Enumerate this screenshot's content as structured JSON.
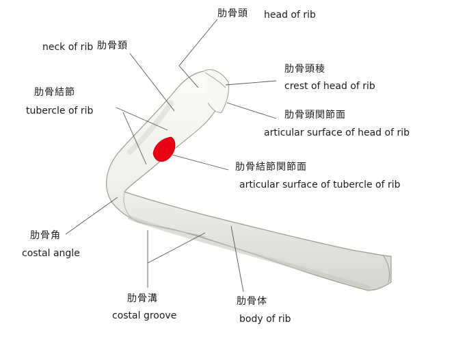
{
  "labels": {
    "head_of_rib": {
      "jp": "肋骨頭",
      "en": "head of rib"
    },
    "neck_of_rib": {
      "jp": "肋骨頚",
      "en": "neck of rib"
    },
    "tubercle_of_rib": {
      "jp": "肋骨結節",
      "en": "tubercle of rib"
    },
    "crest_of_head": {
      "jp": "肋骨頭稜",
      "en": "crest of head of rib"
    },
    "articular_surface_head": {
      "jp": "肋骨頭関節面",
      "en": "articular surface of head of rib"
    },
    "articular_surface_tubercle": {
      "jp": "肋骨結節関節面",
      "en": "articular surface of tubercle of rib"
    },
    "costal_angle": {
      "jp": "肋骨角",
      "en": "costal angle"
    },
    "costal_groove": {
      "jp": "肋骨溝",
      "en": "costal groove"
    },
    "body_of_rib": {
      "jp": "肋骨体",
      "en": "body of rib"
    }
  },
  "colors": {
    "bone_fill": "#f2f2ee",
    "bone_shade": "#d9d9d4",
    "bone_outline": "#9a9a95",
    "articular_facet": "#e60012",
    "leader_line": "#555555"
  }
}
